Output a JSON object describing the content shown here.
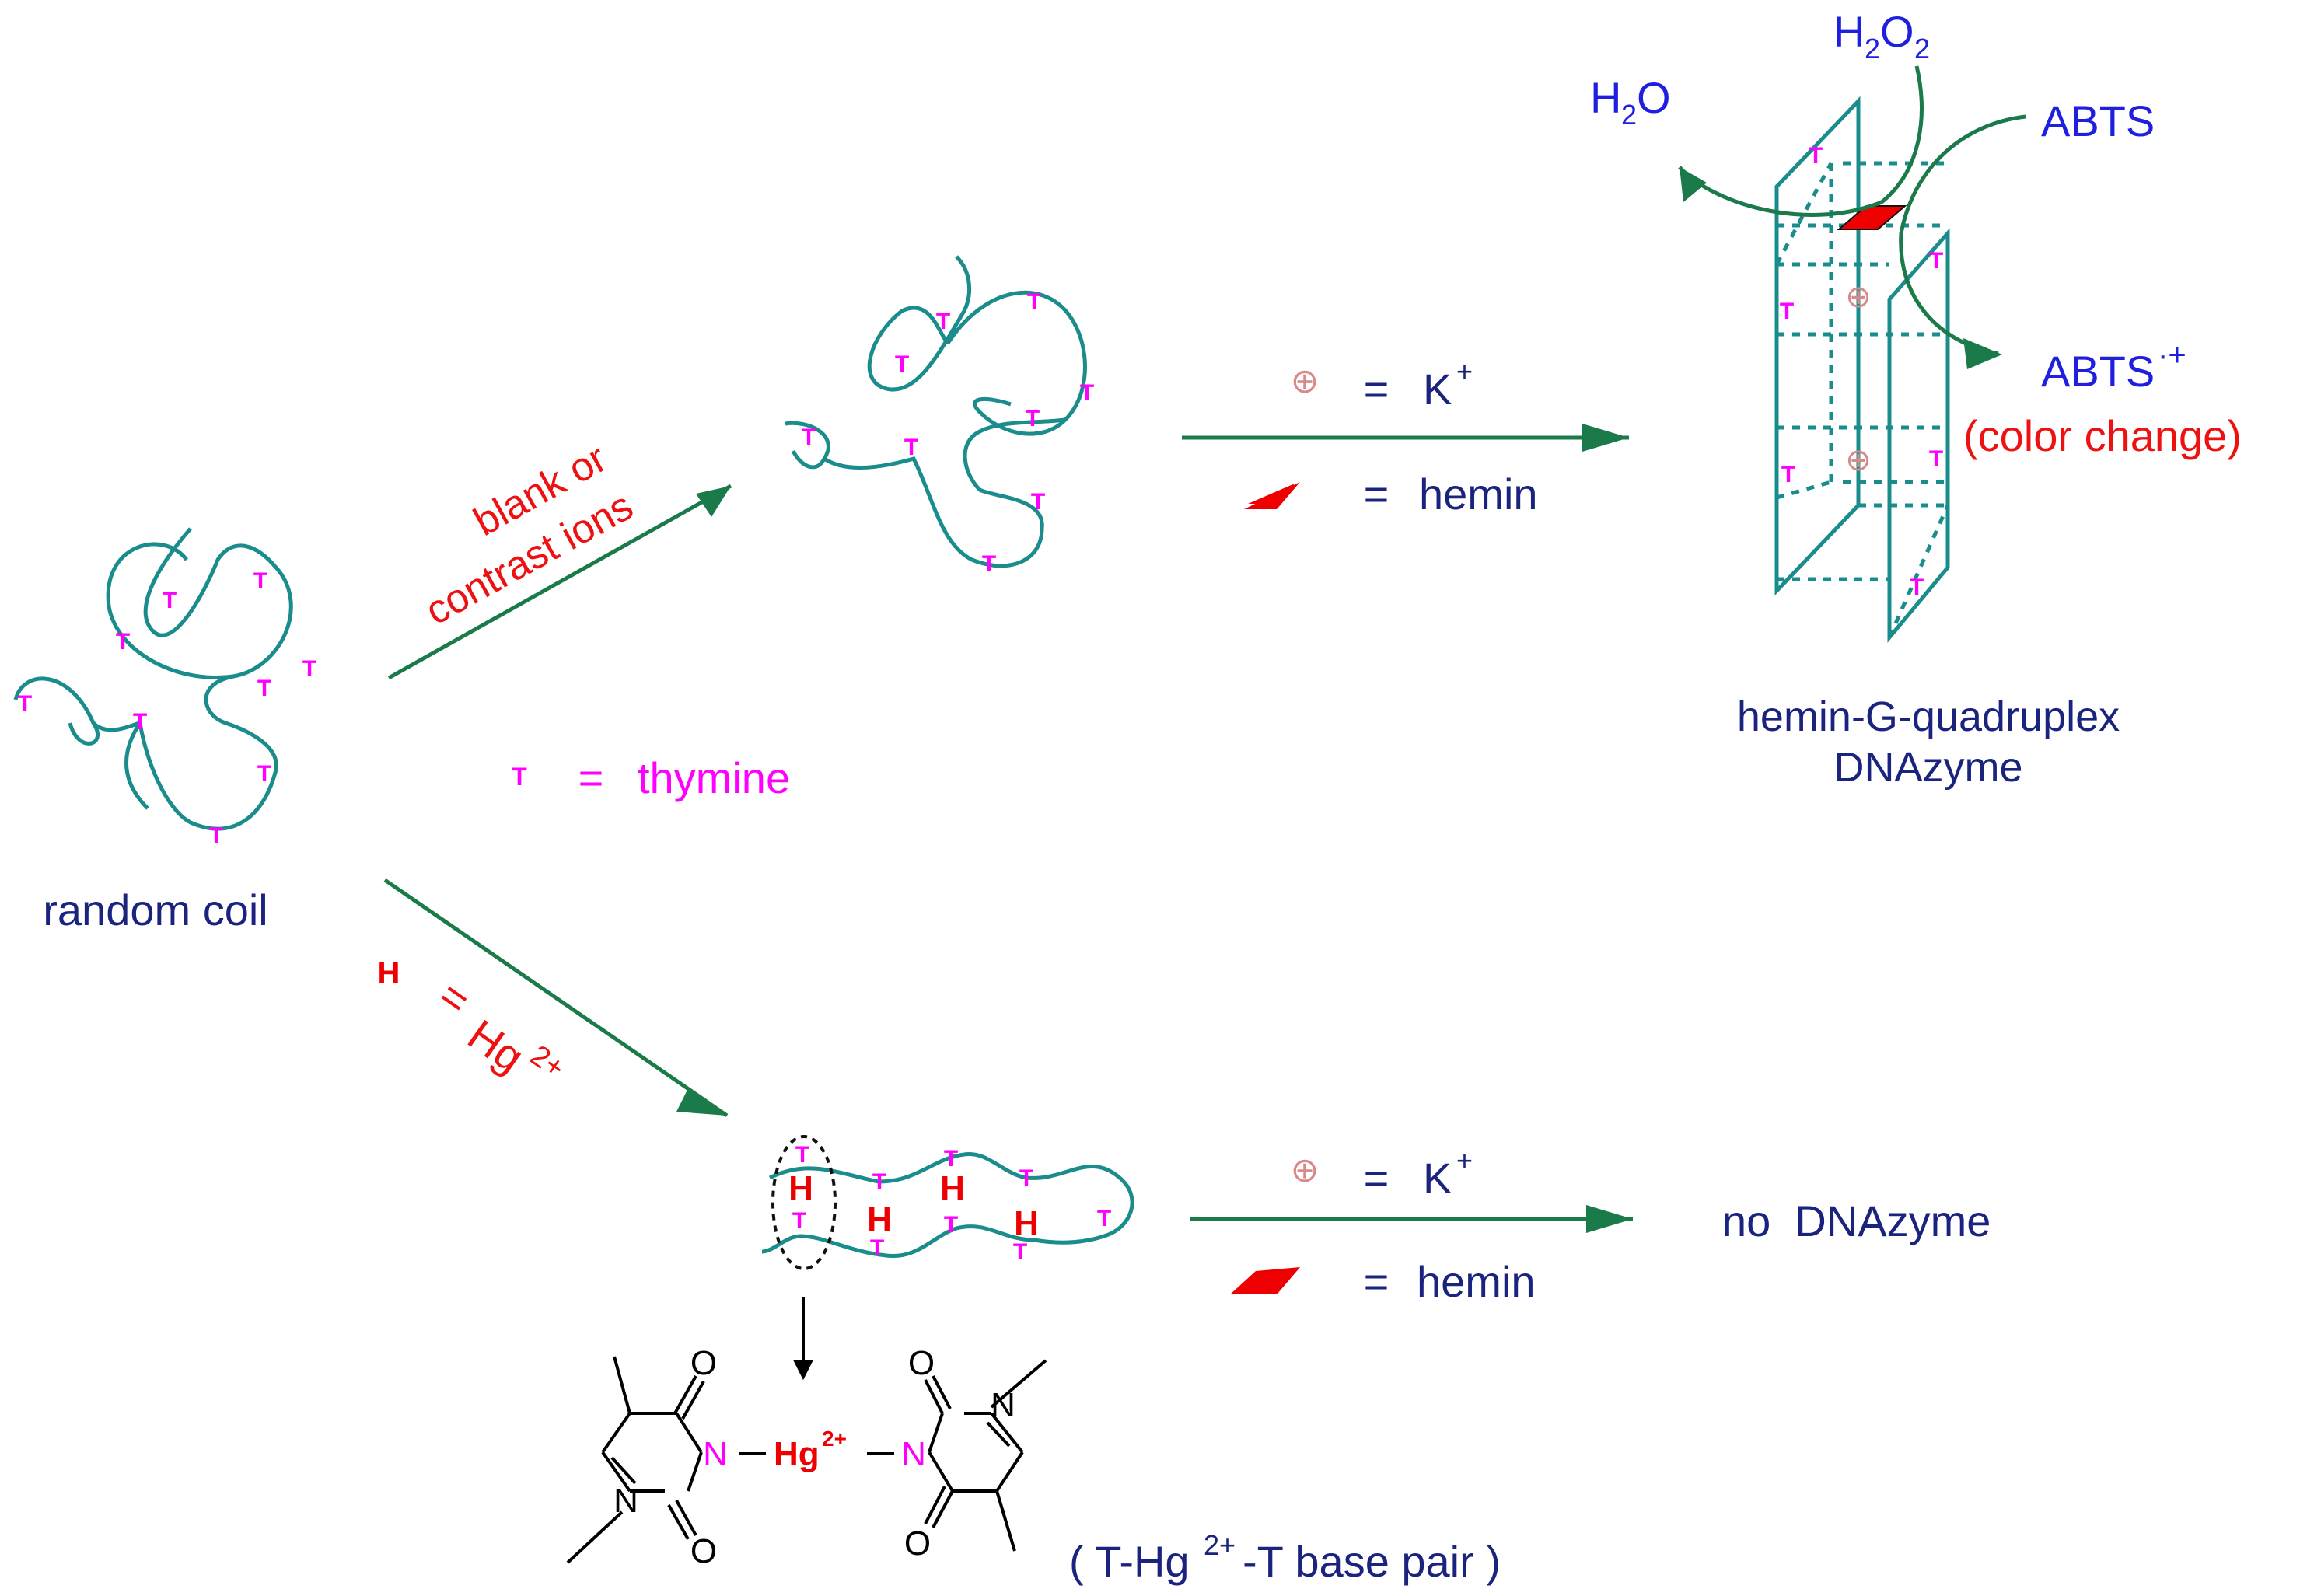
{
  "colors": {
    "strand": "#1a8c8c",
    "arrow": "#1a7a4a",
    "thymine": "#ff00ff",
    "hg": "#ff0000",
    "label_navy": "#1a237e",
    "label_blue": "#1f1fe0",
    "label_red": "#ee1111",
    "kplus_symbol": "#d88a8a",
    "hemin": "#ee0000",
    "black": "#000000"
  },
  "labels": {
    "random_coil": "random coil",
    "blank_line1": "blank or",
    "blank_line2": "contrast ions",
    "thymine_eq": "=",
    "thymine_word": "thymine",
    "k_eq_top": "=",
    "k_ion_top": "K",
    "k_sup_top": "+",
    "hemin_eq_top": "=",
    "hemin_word_top": "hemin",
    "k_eq_bottom": "=",
    "k_ion_bottom": "K",
    "k_sup_bottom": "+",
    "hemin_eq_bottom": "=",
    "hemin_word_bottom": "hemin",
    "hg_eq": "=",
    "hg_ion": "Hg",
    "hg_sup": "2+",
    "h2o2_h": "H",
    "h2o2_sub": "2",
    "h2o2_o": "O",
    "h2o2_sub2": "2",
    "h2o_h": "H",
    "h2o_sub": "2",
    "h2o_o": "O",
    "abts": "ABTS",
    "abts_rad": "ABTS",
    "abts_rad_sup": "·+",
    "color_change": "(color change)",
    "dnazyme_line1": "hemin-G-quadruplex",
    "dnazyme_line2": "DNAzyme",
    "no_dnazyme": "no  DNAzyme",
    "base_pair_open": "( T-Hg",
    "base_pair_sup": "2+",
    "base_pair_close": "-T base pair )",
    "thymine_glyph": "T",
    "hg_glyph": "H",
    "kplus_glyph": "⊕"
  },
  "chemistry": {
    "n_label": "N",
    "o_label": "O",
    "hg_center": "Hg",
    "hg_center_sup": "2+"
  }
}
